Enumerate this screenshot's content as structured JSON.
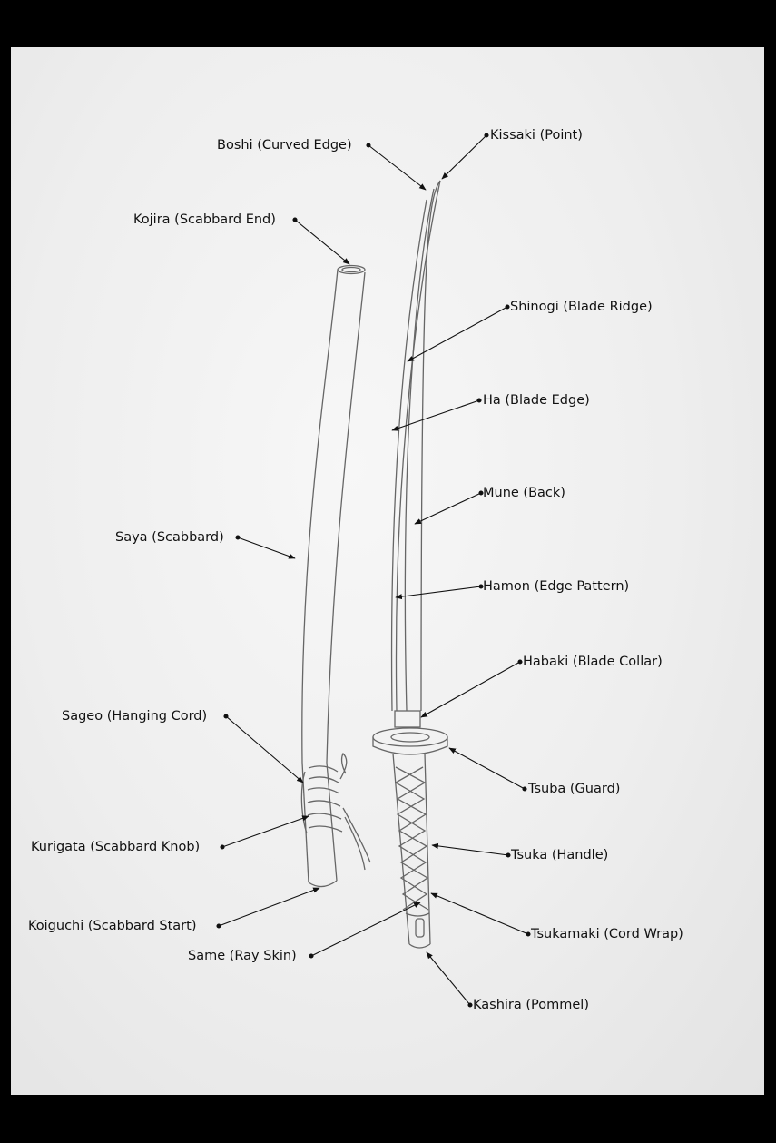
{
  "labels": {
    "boshi": "Boshi (Curved Edge)",
    "kissaki": "Kissaki (Point)",
    "kojira": "Kojira (Scabbard End)",
    "shinogi": "Shinogi (Blade Ridge)",
    "ha": "Ha (Blade Edge)",
    "mune": "Mune (Back)",
    "saya": "Saya (Scabbard)",
    "hamon": "Hamon (Edge Pattern)",
    "habaki": "Habaki (Blade Collar)",
    "sageo": "Sageo (Hanging Cord)",
    "tsuba": "Tsuba (Guard)",
    "kurigata": "Kurigata (Scabbard Knob)",
    "tsuka": "Tsuka (Handle)",
    "koiguchi": "Koiguchi (Scabbard Start)",
    "tsukamaki": "Tsukamaki (Cord Wrap)",
    "same": "Same (Ray Skin)",
    "kashira": "Kashira (Pommel)"
  },
  "colors": {
    "background": "#000000",
    "paper": "#f0f0f0",
    "ink": "#111111",
    "pencil": "#666666"
  }
}
